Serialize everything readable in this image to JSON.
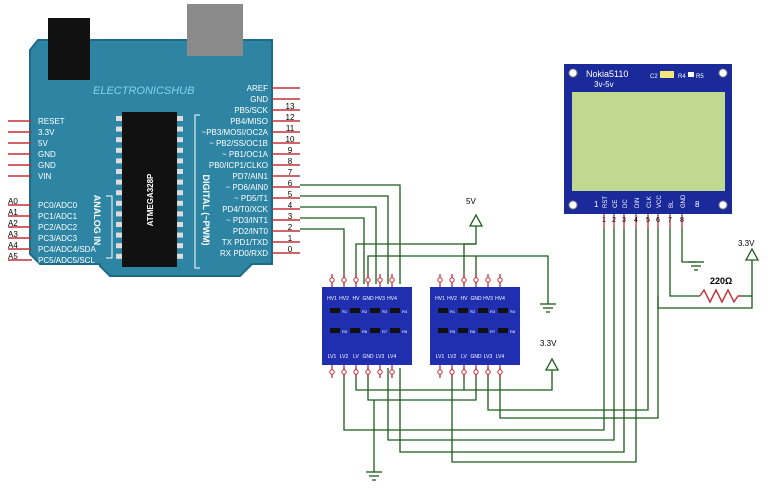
{
  "arduino": {
    "brand": "ELECTRONICSHUB",
    "chip": "ATMEGA328P",
    "analog_label": "ANALOG IN",
    "digital_label": "DIGITAL (~PWM)",
    "left_power_pins": [
      "RESET",
      "3.3V",
      "5V",
      "GND",
      "GND",
      "VIN"
    ],
    "analog_pins": [
      {
        "ext": "A0",
        "name": "PC0/ADC0"
      },
      {
        "ext": "A1",
        "name": "PC1/ADC1"
      },
      {
        "ext": "A2",
        "name": "PC2/ADC2"
      },
      {
        "ext": "A3",
        "name": "PC3/ADC3"
      },
      {
        "ext": "A4",
        "name": "PC4/ADC4/SDA"
      },
      {
        "ext": "A5",
        "name": "PC5/ADC5/SCL"
      }
    ],
    "right_pins": [
      {
        "name": "AREF",
        "num": ""
      },
      {
        "name": "GND",
        "num": ""
      },
      {
        "name": "PB5/SCK",
        "num": "13"
      },
      {
        "name": "PB4/MISO",
        "num": "12"
      },
      {
        "name": "~PB3/MOSI/OC2A",
        "num": "11"
      },
      {
        "name": "~ PB2/SS/OC1B",
        "num": "10"
      },
      {
        "name": "~ PB1/OC1A",
        "num": "9"
      },
      {
        "name": "PB0/ICP1/CLKO",
        "num": "8"
      },
      {
        "name": "PD7/AIN1",
        "num": "7"
      },
      {
        "name": "~ PD6/AIN0",
        "num": "6"
      },
      {
        "name": "~ PD5/T1",
        "num": "5"
      },
      {
        "name": "PD4/T0/XCK",
        "num": "4"
      },
      {
        "name": "~ PD3/INT1",
        "num": "3"
      },
      {
        "name": "PD2/INT0",
        "num": "2"
      },
      {
        "name": "TX PD1/TXD",
        "num": "1"
      },
      {
        "name": "RX PD0/RXD",
        "num": "0"
      }
    ]
  },
  "lcd": {
    "title": "Nokia5110",
    "voltage": "3v-5v",
    "c2": "C2",
    "r4": "R4",
    "r5": "R5",
    "pin_first": "1",
    "pin_last": "8",
    "pins": [
      "RST",
      "CE",
      "DC",
      "DIN",
      "CLK",
      "VCC",
      "BL",
      "GND"
    ],
    "pin_numbers": [
      "1",
      "2",
      "3",
      "4",
      "5",
      "6",
      "7",
      "8"
    ]
  },
  "level_shifter": {
    "hv_pins": [
      "HV1",
      "HV2",
      "HV",
      "GND",
      "HV3",
      "HV4"
    ],
    "lv_pins": [
      "LV1",
      "LV2",
      "LV",
      "GND",
      "LV3",
      "LV4"
    ],
    "components": [
      "R1",
      "R2",
      "R3",
      "R4",
      "R5",
      "R6",
      "R7",
      "R8"
    ]
  },
  "power": {
    "five_v": "5V",
    "three_v_a": "3.3V",
    "three_v_b": "3.3V",
    "resistor": "220Ω"
  },
  "colors": {
    "board": "#2e84a3",
    "board_border": "#1d6a86",
    "lcd_pcb": "#1a2a9a",
    "lcd_screen": "#c0d890",
    "shifter": "#1f2fb0",
    "wire": "#1a5c1a",
    "pin_red": "#c0303a",
    "usb": "#8a8a8a"
  }
}
